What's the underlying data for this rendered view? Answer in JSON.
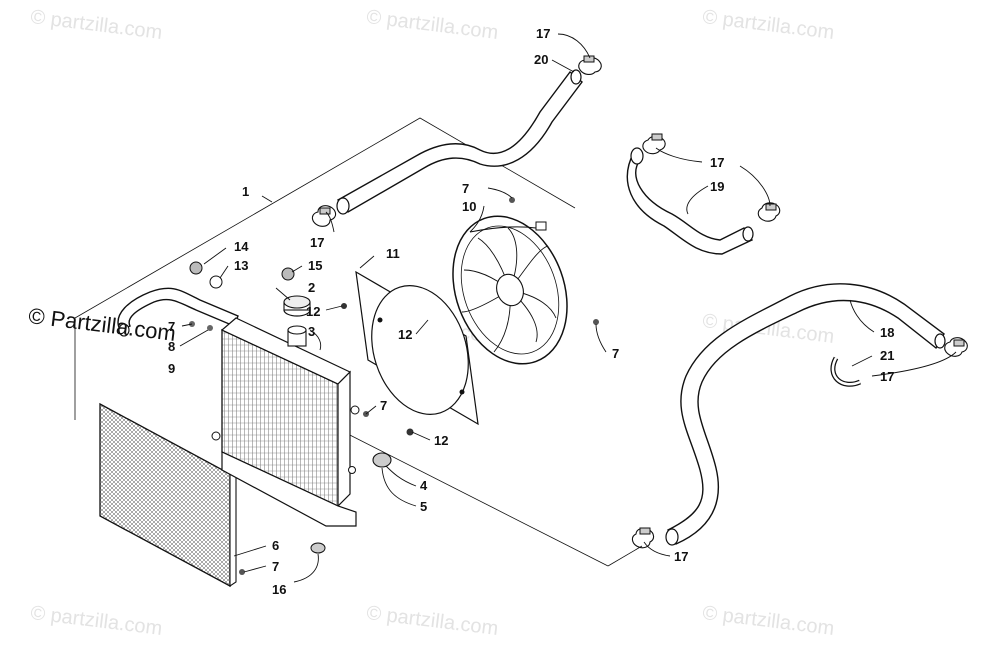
{
  "watermarks": {
    "text": "© partzilla.com",
    "main_text": "© Partzilla.com"
  },
  "callouts": [
    {
      "id": "c17a",
      "label": "17"
    },
    {
      "id": "c20",
      "label": "20"
    },
    {
      "id": "c17b",
      "label": "17"
    },
    {
      "id": "c19",
      "label": "19"
    },
    {
      "id": "c1",
      "label": "1"
    },
    {
      "id": "c7a",
      "label": "7"
    },
    {
      "id": "c10",
      "label": "10"
    },
    {
      "id": "c17c",
      "label": "17"
    },
    {
      "id": "c14",
      "label": "14"
    },
    {
      "id": "c13",
      "label": "13"
    },
    {
      "id": "c15",
      "label": "15"
    },
    {
      "id": "c11",
      "label": "11"
    },
    {
      "id": "c2",
      "label": "2"
    },
    {
      "id": "c12a",
      "label": "12"
    },
    {
      "id": "c3",
      "label": "3"
    },
    {
      "id": "c12b",
      "label": "12"
    },
    {
      "id": "c7b",
      "label": "7"
    },
    {
      "id": "c8",
      "label": "8"
    },
    {
      "id": "c9",
      "label": "9"
    },
    {
      "id": "c7c",
      "label": "7"
    },
    {
      "id": "c18",
      "label": "18"
    },
    {
      "id": "c21",
      "label": "21"
    },
    {
      "id": "c17d",
      "label": "17"
    },
    {
      "id": "c7d",
      "label": "7"
    },
    {
      "id": "c12c",
      "label": "12"
    },
    {
      "id": "c4",
      "label": "4"
    },
    {
      "id": "c5",
      "label": "5"
    },
    {
      "id": "c6",
      "label": "6"
    },
    {
      "id": "c7e",
      "label": "7"
    },
    {
      "id": "c16",
      "label": "16"
    },
    {
      "id": "c17e",
      "label": "17"
    }
  ]
}
